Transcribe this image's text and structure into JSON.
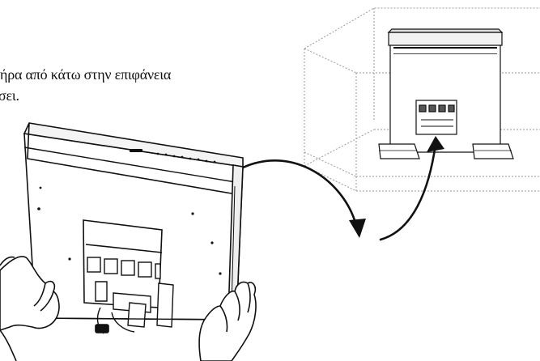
{
  "instruction": {
    "line1": "ήρα από κάτω στην επιφάνεια",
    "line2": "σει."
  },
  "colors": {
    "ink": "#111111",
    "dotted": "#9a9a9a",
    "background": "#ffffff"
  },
  "icons": {
    "tv_back": "tv-rear-panel-illustration",
    "hands": "hands-holding-illustration",
    "stand": "tv-on-stand-illustration",
    "arrow": "curved-arrow-icon"
  }
}
